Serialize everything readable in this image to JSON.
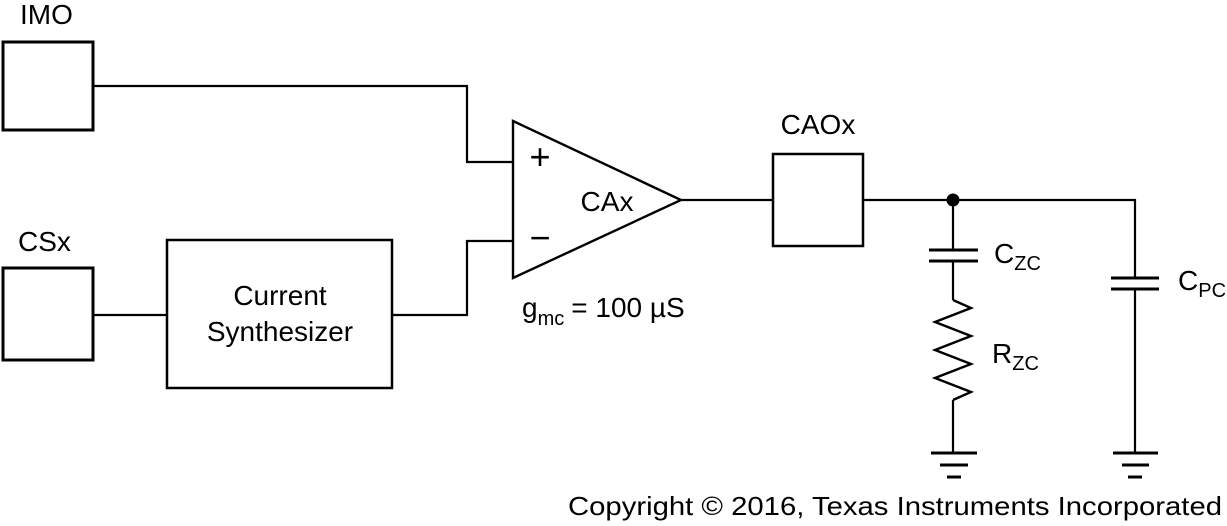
{
  "colors": {
    "background": "#ffffff",
    "stroke": "#000000"
  },
  "blocks": {
    "imo": {
      "label": "IMO"
    },
    "csx": {
      "label": "CSx"
    },
    "current_synthesizer": {
      "line1": "Current",
      "line2": "Synthesizer"
    },
    "caox": {
      "label": "CAOx"
    }
  },
  "opamp": {
    "name": "CAx",
    "noninverting_input": "+",
    "inverting_input": "−",
    "transconductance": {
      "symbol": "g",
      "subscript": "mc",
      "value": "= 100 µS"
    }
  },
  "components": {
    "czc": {
      "symbol": "C",
      "subscript": "ZC"
    },
    "rzc": {
      "symbol": "R",
      "subscript": "ZC"
    },
    "cpc": {
      "symbol": "C",
      "subscript": "PC"
    }
  },
  "footer": {
    "copyright": "Copyright © 2016, Texas Instruments Incorporated"
  }
}
